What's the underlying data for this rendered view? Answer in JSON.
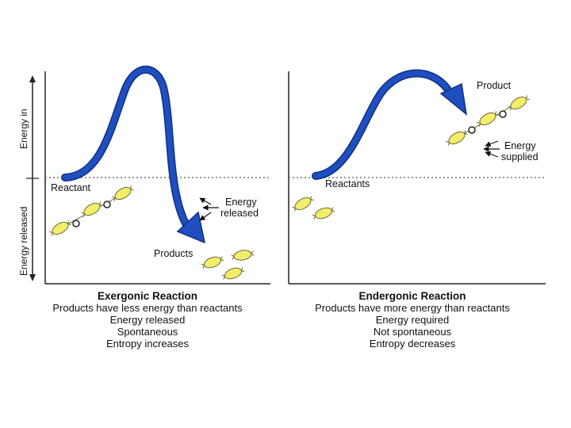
{
  "left_panel": {
    "axis_top_label": "Energy in",
    "axis_bottom_label": "Energy released",
    "reactant_label": "Reactant",
    "products_label": "Products",
    "energy_label_line1": "Energy",
    "energy_label_line2": "released",
    "caption": {
      "title": "Exergonic Reaction",
      "lines": [
        "Products have less energy than reactants",
        "Energy released",
        "Spontaneous",
        "Entropy increases"
      ]
    }
  },
  "right_panel": {
    "reactants_label": "Reactants",
    "product_label": "Product",
    "energy_label_line1": "Energy",
    "energy_label_line2": "supplied",
    "caption": {
      "title": "Endergonic Reaction",
      "lines": [
        "Products have more energy than reactants",
        "Energy required",
        "Not spontaneous",
        "Entropy decreases"
      ]
    }
  },
  "colors": {
    "arrow": "#1f4fbf",
    "arrow_edge": "#0f2f86",
    "molecule": "#f3ee6a",
    "molecule_edge": "#6b6a3a"
  }
}
